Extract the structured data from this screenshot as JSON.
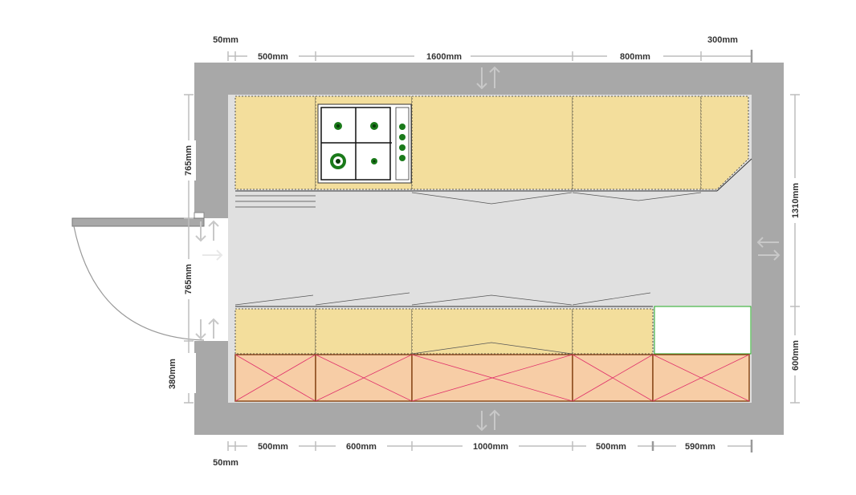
{
  "plan": {
    "colors": {
      "wall": "#a8a8a8",
      "floor": "#e0e0e0",
      "cabinet": "#f3de9c",
      "base_unit": "#f7cda6",
      "cross": "#e0306a",
      "hob_burner": "#1a7a1a",
      "free_space_outline": "#22aa22"
    },
    "dimensions": {
      "top_row_1": {
        "first": "50mm",
        "last": "300mm"
      },
      "top_row_2": [
        "500mm",
        "1600mm",
        "800mm"
      ],
      "bottom_row_1": [
        "500mm",
        "600mm",
        "1000mm",
        "500mm",
        "590mm"
      ],
      "bottom_row_2": {
        "first": "50mm"
      },
      "left": [
        "765mm",
        "765mm",
        "380mm"
      ],
      "right": [
        "1310mm",
        "600mm"
      ]
    },
    "appliances": {
      "hob_icon": "gas-hob-icon",
      "door_icon": "door-swing-icon"
    }
  }
}
